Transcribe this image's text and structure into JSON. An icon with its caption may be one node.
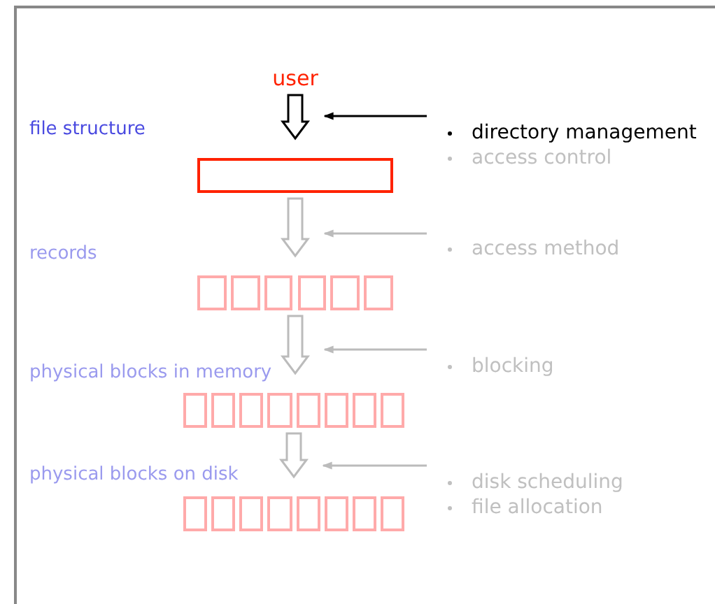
{
  "diagram": {
    "nodes": [
      {
        "text": [
          "user"
        ]
      },
      {
        "text": [],
        "shape": "box"
      },
      {
        "text": [],
        "shape": "bar"
      },
      {
        "text": [],
        "shape": "bar"
      },
      {
        "text": [],
        "shape": "bar"
      },
      {
        "text": [
          "directory management",
          "access control"
        ]
      },
      {
        "text": [
          "access method"
        ]
      },
      {
        "text": [
          "blocking"
        ]
      },
      {
        "text": [
          "disk scheduling",
          "file allocation"
        ]
      }
    ],
    "edges": [
      {
        "from": 0,
        "to": 1,
        "arrow": "to",
        "color": "#000000"
      },
      {
        "from": 1,
        "to": 2,
        "arrow": "to"
      },
      {
        "from": 2,
        "to": 3,
        "arrow": "to"
      },
      {
        "from": 3,
        "to": 4,
        "arrow": "to"
      },
      {
        "from": 5,
        "to": 0,
        "arrow": "to",
        "color": "#000000"
      },
      {
        "from": 6,
        "to": 1,
        "arrow": "to"
      },
      {
        "from": 7,
        "to": 2,
        "arrow": "to"
      },
      {
        "from": 8,
        "to": 4,
        "arrow": "to"
      }
    ],
    "labels": [
      "file structure",
      "records",
      "physical blocks in memory",
      "physical blocks on disk"
    ]
  }
}
